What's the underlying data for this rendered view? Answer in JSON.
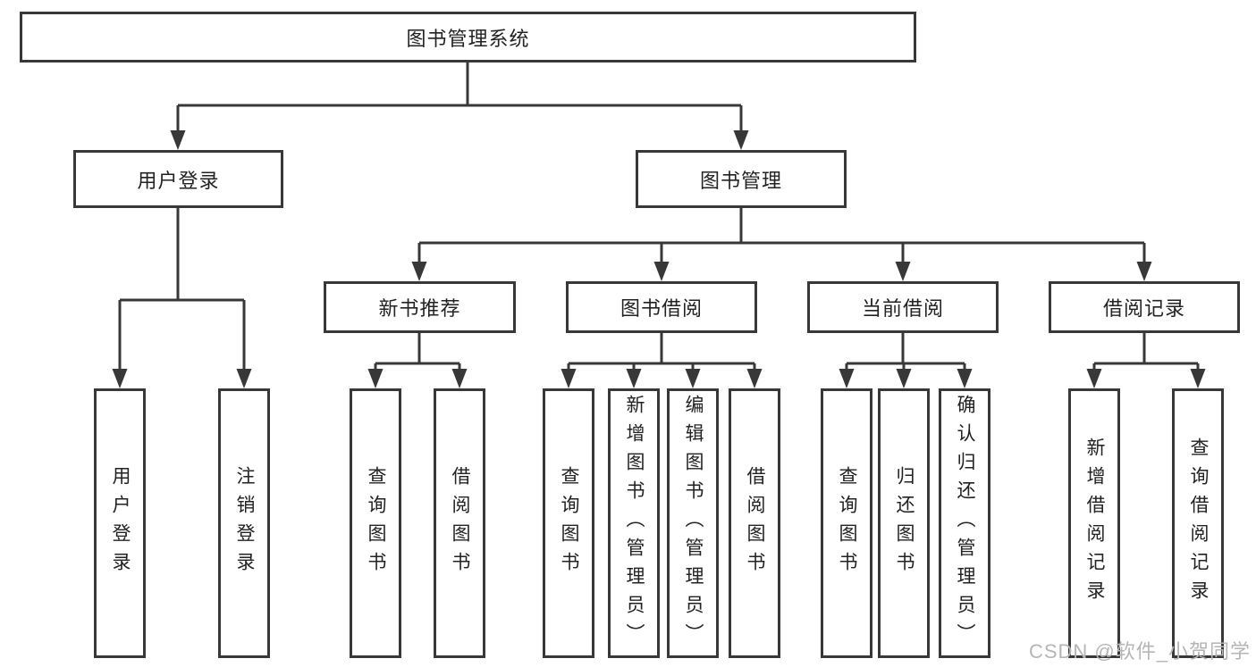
{
  "diagram_title": "图书管理系统",
  "tree": {
    "root": {
      "label": "图书管理系统"
    },
    "children": [
      {
        "label": "用户登录",
        "children": [
          {
            "label": "用户登录"
          },
          {
            "label": "注销登录"
          }
        ]
      },
      {
        "label": "图书管理",
        "children": [
          {
            "label": "新书推荐",
            "children": [
              {
                "label": "查询图书"
              },
              {
                "label": "借阅图书"
              }
            ]
          },
          {
            "label": "图书借阅",
            "children": [
              {
                "label": "查询图书"
              },
              {
                "label": "新增图书（管理员）"
              },
              {
                "label": "编辑图书（管理员）"
              },
              {
                "label": "借阅图书"
              }
            ]
          },
          {
            "label": "当前借阅",
            "children": [
              {
                "label": "查询图书"
              },
              {
                "label": "归还图书"
              },
              {
                "label": "确认归还（管理员）"
              }
            ]
          },
          {
            "label": "借阅记录",
            "children": [
              {
                "label": "新增借阅记录"
              },
              {
                "label": "查询借阅记录"
              }
            ]
          }
        ]
      }
    ]
  },
  "watermark": {
    "text": "CSDN @软件_小贺同学"
  },
  "colors": {
    "line": "#383838",
    "box_border": "#383838",
    "text": "#222222",
    "watermark": "#b5b5b5",
    "background": "#ffffff"
  }
}
